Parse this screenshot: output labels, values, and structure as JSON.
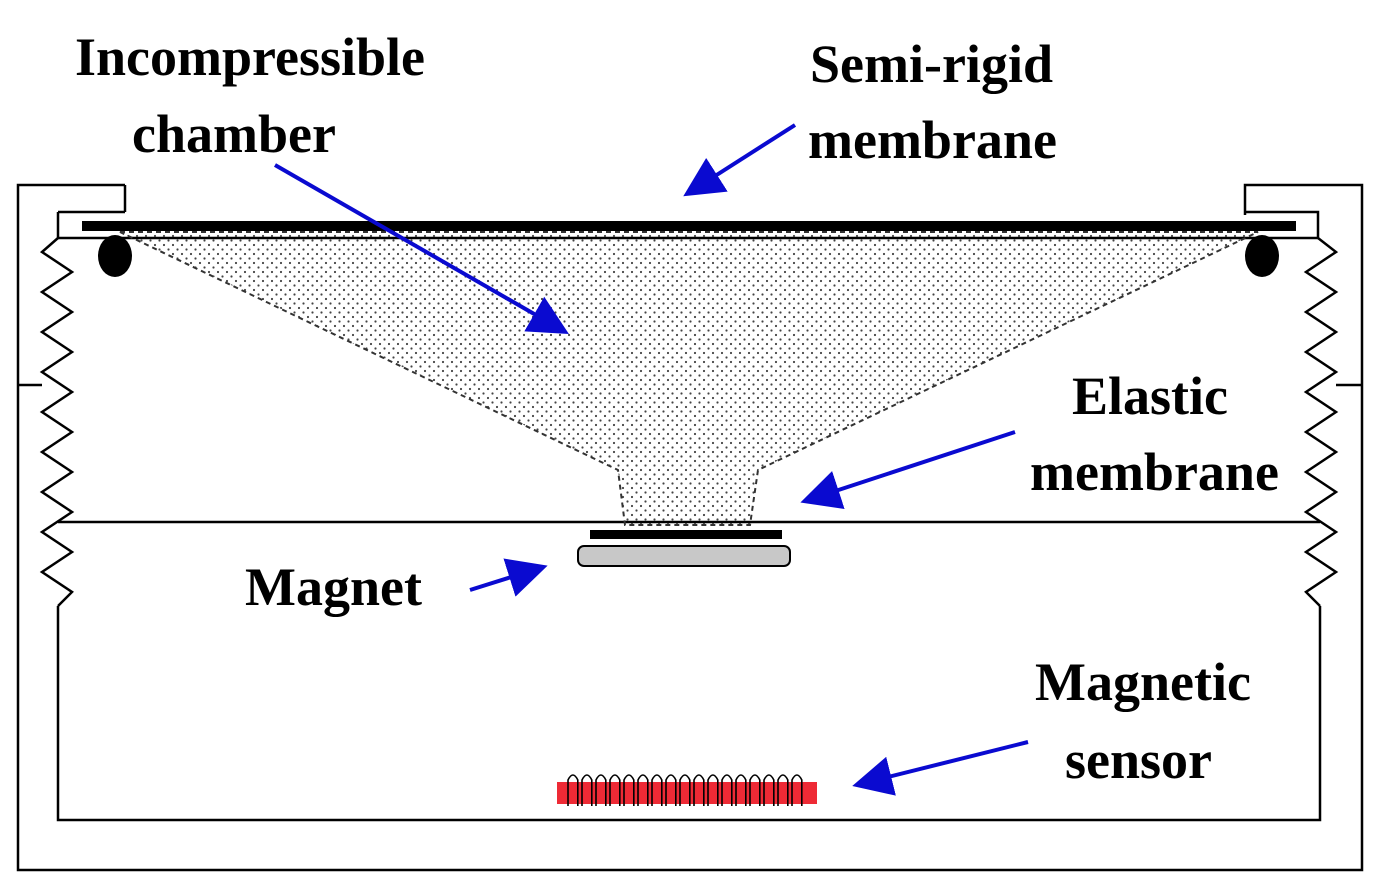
{
  "labels": {
    "incompressible_line1": "Incompressible",
    "incompressible_line2": "chamber",
    "semirigid_line1": "Semi-rigid",
    "semirigid_line2": "membrane",
    "elastic_line1": "Elastic",
    "elastic_line2": "membrane",
    "magnet": "Magnet",
    "sensor_line1": "Magnetic",
    "sensor_line2": "sensor"
  },
  "colors": {
    "arrow": "#0a0ad0",
    "outline": "#000000",
    "sensor": "#ee2a35",
    "magnet_fill": "#c8c8c8",
    "chamber_dots": "#444444"
  },
  "icons": {
    "arrow": "arrow-icon",
    "oring": "o-ring-icon",
    "coil": "coil-icon"
  }
}
